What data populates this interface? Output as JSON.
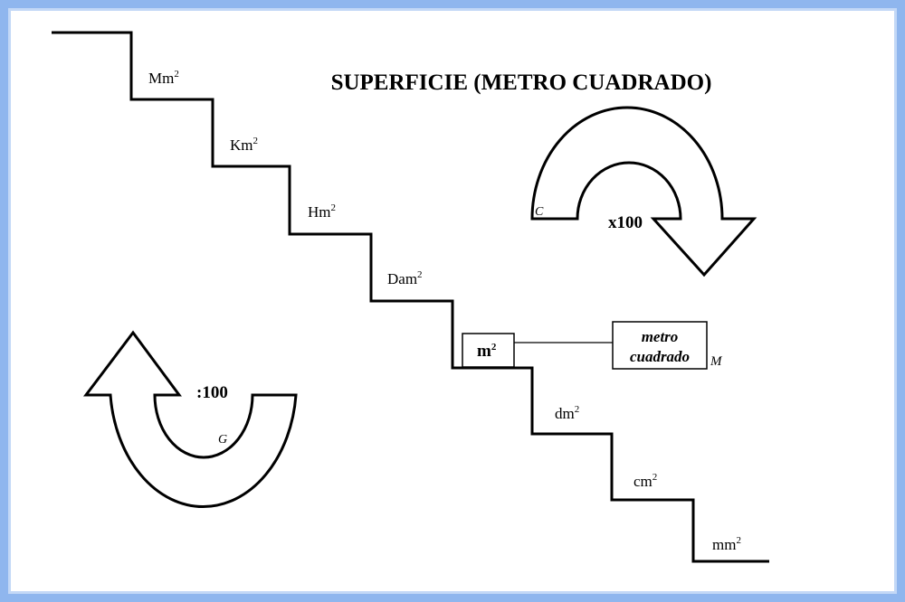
{
  "title": "SUPERFICIE (METRO CUADRADO)",
  "units": [
    {
      "base": "Mm",
      "exp": "2"
    },
    {
      "base": "Km",
      "exp": "2"
    },
    {
      "base": "Hm",
      "exp": "2"
    },
    {
      "base": "Dam",
      "exp": "2"
    },
    {
      "base": "m",
      "exp": "2"
    },
    {
      "base": "dm",
      "exp": "2"
    },
    {
      "base": "cm",
      "exp": "2"
    },
    {
      "base": "mm",
      "exp": "2"
    }
  ],
  "center_box": {
    "base": "m",
    "exp": "2"
  },
  "definition_box": {
    "line1": "metro",
    "line2": "cuadrado"
  },
  "multiply_label": "x100",
  "divide_label": ":100",
  "marks": {
    "multiply_arrow": "C",
    "divide_arrow": "G",
    "definition": "M"
  },
  "colors": {
    "border": "#8fb6ee",
    "line": "#000000",
    "background": "#ffffff"
  }
}
